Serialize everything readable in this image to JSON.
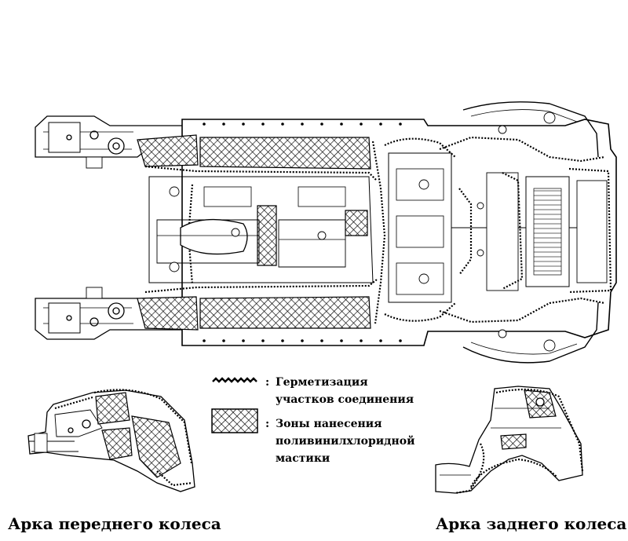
{
  "legend": {
    "seal_line": [
      "Герметизация",
      "участков соединения"
    ],
    "pvc_zone": [
      "Зоны нанесения",
      "поливинилхлоридной",
      "мастики"
    ],
    "separator": ":"
  },
  "captions": {
    "front_arch": "Арка переднего колеса",
    "rear_arch": "Арка заднего колеса"
  }
}
